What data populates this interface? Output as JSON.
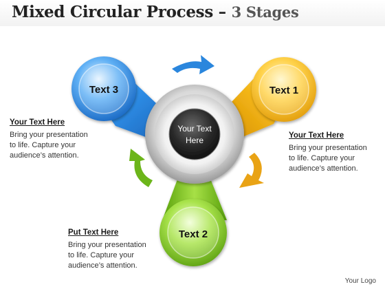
{
  "title": {
    "main": "Mixed Circular Process –",
    "sub": "3 Stages"
  },
  "stages": [
    {
      "label": "Text 1",
      "color": "#F2B412"
    },
    {
      "label": "Text 2",
      "color": "#7CC61B"
    },
    {
      "label": "Text 3",
      "color": "#2E8FE6"
    }
  ],
  "center": {
    "line1": "Your Text",
    "line2": "Here"
  },
  "descriptions": {
    "left": {
      "heading": "Your Text Here",
      "body": "Bring your presentation\nto life. Capture your\naudience’s attention."
    },
    "right": {
      "heading": "Your Text Here",
      "body": "Bring your presentation\nto life. Capture your\naudience’s attention."
    },
    "bottom": {
      "heading": "Put Text Here",
      "body": "Bring your presentation\nto life. Capture your\naudience’s attention."
    }
  },
  "logo": "Your Logo",
  "arrow_colors": {
    "blue": "#2A86DD",
    "orange": "#E9A315",
    "green": "#6CB51A"
  }
}
